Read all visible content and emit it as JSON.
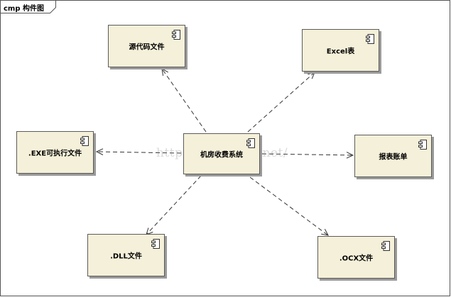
{
  "diagram": {
    "tab": "cmp 构件图",
    "watermark": "http://blog.csdn.net/",
    "center": {
      "id": "center",
      "label": "机房收费系统",
      "icon": "uml-component-icon"
    },
    "components": [
      {
        "id": "source",
        "label": "源代码文件",
        "icon": "uml-component-icon"
      },
      {
        "id": "excel",
        "label": "Excel表",
        "icon": "uml-component-icon"
      },
      {
        "id": "exe",
        "label": ".EXE可执行文件",
        "icon": "uml-component-icon"
      },
      {
        "id": "report",
        "label": "报表账单",
        "icon": "uml-component-icon"
      },
      {
        "id": "dll",
        "label": ".DLL文件",
        "icon": "uml-component-icon"
      },
      {
        "id": "ocx",
        "label": ".OCX文件",
        "icon": "uml-component-icon"
      }
    ],
    "dependencies": [
      {
        "from": "center",
        "to": "source",
        "style": "dashed",
        "arrow": "open"
      },
      {
        "from": "center",
        "to": "excel",
        "style": "dashed",
        "arrow": "open"
      },
      {
        "from": "center",
        "to": "exe",
        "style": "dashed",
        "arrow": "open"
      },
      {
        "from": "center",
        "to": "report",
        "style": "dashed",
        "arrow": "open"
      },
      {
        "from": "center",
        "to": "dll",
        "style": "dashed",
        "arrow": "open"
      },
      {
        "from": "center",
        "to": "ocx",
        "style": "dashed",
        "arrow": "open"
      }
    ],
    "colors": {
      "box_fill": "#f5f0d9",
      "border": "#5b5b5b",
      "shadow": "#9a9a9a",
      "line": "#333333"
    }
  }
}
